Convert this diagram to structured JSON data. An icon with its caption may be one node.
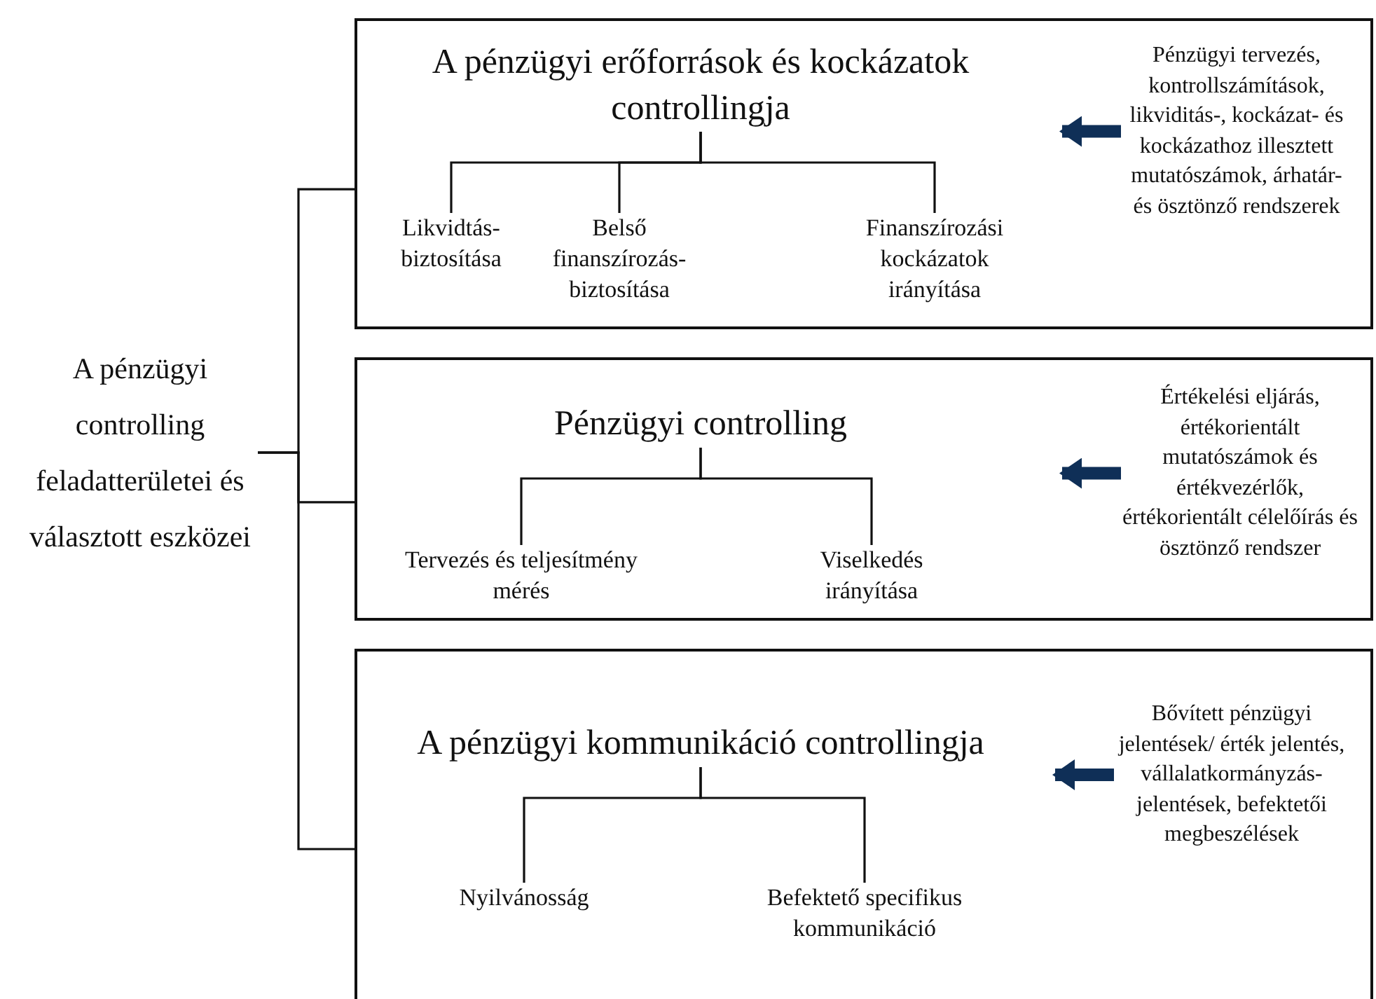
{
  "diagram": {
    "nodes": [
      {
        "text": [
          "A pénzügyi controlling feladatterületei és választott eszközei"
        ]
      },
      {
        "text": [],
        "shape": "box"
      },
      {
        "text": [
          "A pénzügyi erőforrások és kockázatok controllingja"
        ],
        "in": 1
      },
      {
        "text": [
          "Likvidtás-biztosítása"
        ],
        "in": 1
      },
      {
        "text": [
          "Belső finanszírozás-biztosítása"
        ],
        "in": 1
      },
      {
        "text": [
          "Finanszírozási kockázatok irányítása"
        ],
        "in": 1
      },
      {
        "text": [
          "Pénzügyi tervezés, kontrollszámítások, likviditás-, kockázat- és kockázathoz illesztett mutatószámok, árhatár- és ösztönző rendszerek"
        ],
        "in": 1
      },
      {
        "text": [],
        "shape": "box"
      },
      {
        "text": [
          "Pénzügyi controlling"
        ],
        "in": 7
      },
      {
        "text": [
          "Tervezés és teljesítmény mérés"
        ],
        "in": 7
      },
      {
        "text": [
          "Viselkedés irányítása"
        ],
        "in": 7
      },
      {
        "text": [
          "Értékelési eljárás, értékorientált mutatószámok és értékvezérlők, értékorientált célelőírás és ösztönző rendszer"
        ],
        "in": 7
      },
      {
        "text": [],
        "shape": "box"
      },
      {
        "text": [
          "A pénzügyi kommunikáció controllingja"
        ],
        "in": 12
      },
      {
        "text": [
          "Nyilvánosság"
        ],
        "in": 12
      },
      {
        "text": [
          "Befektető specifikus kommunikáció"
        ],
        "in": 12
      },
      {
        "text": [
          "Bővített pénzügyi jelentések/ érték jelentés, vállalatkormányzás-jelentések, befektetői megbeszélések"
        ],
        "in": 12
      }
    ],
    "edges": [
      {
        "from": 0,
        "to": 1,
        "arrow": "none"
      },
      {
        "from": 0,
        "to": 7,
        "arrow": "none"
      },
      {
        "from": 0,
        "to": 12,
        "arrow": "none"
      },
      {
        "from": 2,
        "to": 3,
        "arrow": "none"
      },
      {
        "from": 2,
        "to": 4,
        "arrow": "none"
      },
      {
        "from": 2,
        "to": 5,
        "arrow": "none"
      },
      {
        "from": 8,
        "to": 9,
        "arrow": "none"
      },
      {
        "from": 8,
        "to": 10,
        "arrow": "none"
      },
      {
        "from": 13,
        "to": 14,
        "arrow": "none"
      },
      {
        "from": 13,
        "to": 15,
        "arrow": "none"
      },
      {
        "from": 6,
        "to": null,
        "arrow": "to",
        "style": "thick",
        "color": "#0f2f57"
      },
      {
        "from": 11,
        "to": null,
        "arrow": "to",
        "style": "thick",
        "color": "#0f2f57"
      },
      {
        "from": 16,
        "to": null,
        "arrow": "to",
        "style": "thick",
        "color": "#0f2f57"
      }
    ]
  }
}
